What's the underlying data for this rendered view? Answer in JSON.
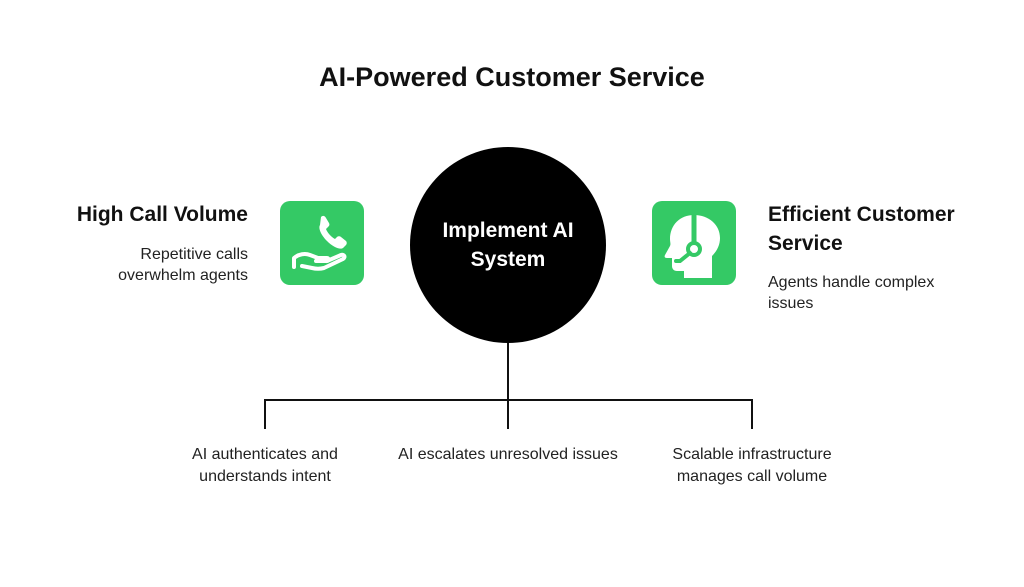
{
  "title": "AI-Powered Customer Service",
  "left": {
    "heading": "High Call Volume",
    "description": "Repetitive calls overwhelm agents",
    "icon": "phone-in-hand-icon"
  },
  "center": {
    "label": "Implement AI System"
  },
  "right": {
    "heading": "Efficient Customer Service",
    "description": "Agents handle complex issues",
    "icon": "headset-agent-icon"
  },
  "branches": [
    {
      "label": "AI authenticates and understands intent"
    },
    {
      "label": "AI escalates unresolved issues"
    },
    {
      "label": "Scalable infrastructure manages call volume"
    }
  ],
  "colors": {
    "accent": "#34c965",
    "circle": "#000000"
  }
}
